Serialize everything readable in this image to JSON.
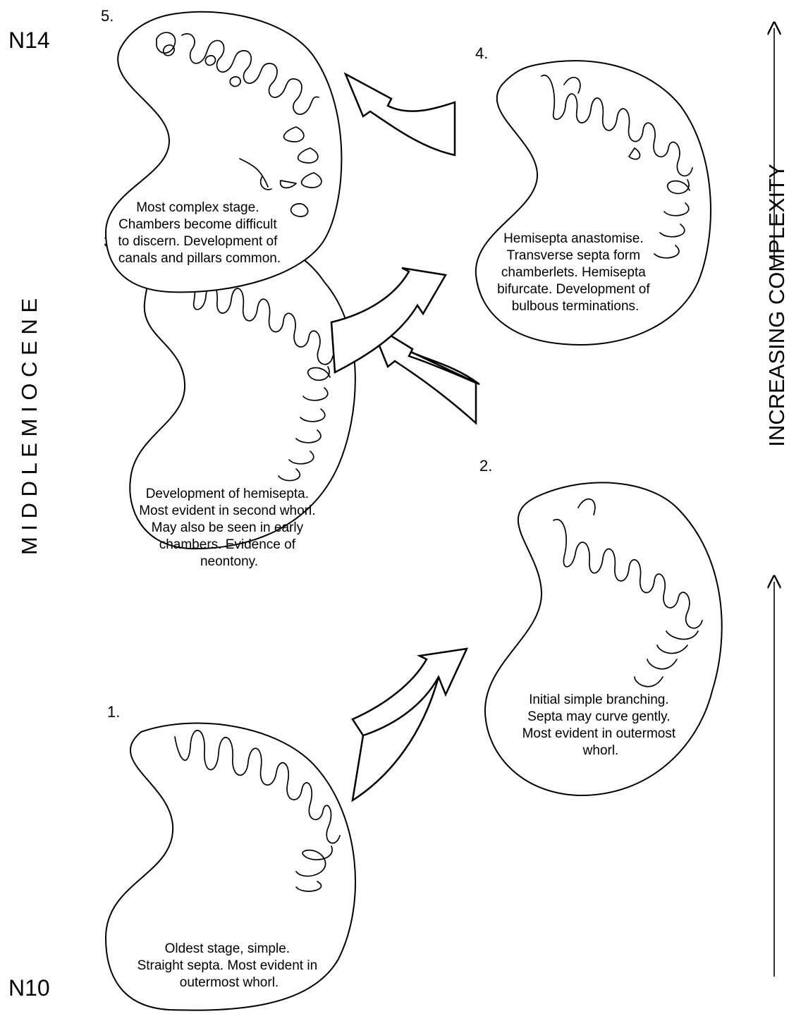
{
  "labels": {
    "top": "N14",
    "bottom": "N10",
    "left_axis": "M I D D L E   M I O C E N E",
    "right_axis": "INCREASING COMPLEXITY"
  },
  "stages": [
    {
      "number": "1.",
      "caption": [
        "Oldest stage, simple.",
        "Straight septa. Most evident in",
        "outermost whorl."
      ]
    },
    {
      "number": "2.",
      "caption": [
        "Initial simple branching.",
        "Septa may curve gently.",
        "Most evident in outermost",
        "whorl."
      ]
    },
    {
      "number": "3.",
      "caption": [
        "Development of hemisepta.",
        "Most evident in second whorl.",
        "May also be seen in early",
        "chambers. Evidence of",
        "neontony."
      ]
    },
    {
      "number": "4.",
      "caption": [
        "Hemisepta anastomise.",
        "Transverse septa form",
        "chamberlets. Hemisepta",
        "bifurcate. Development of",
        "bulbous terminations."
      ]
    },
    {
      "number": "5.",
      "caption": [
        "Most complex stage.",
        "Chambers become difficult",
        "to discern. Development of",
        "canals and pillars common."
      ]
    }
  ]
}
